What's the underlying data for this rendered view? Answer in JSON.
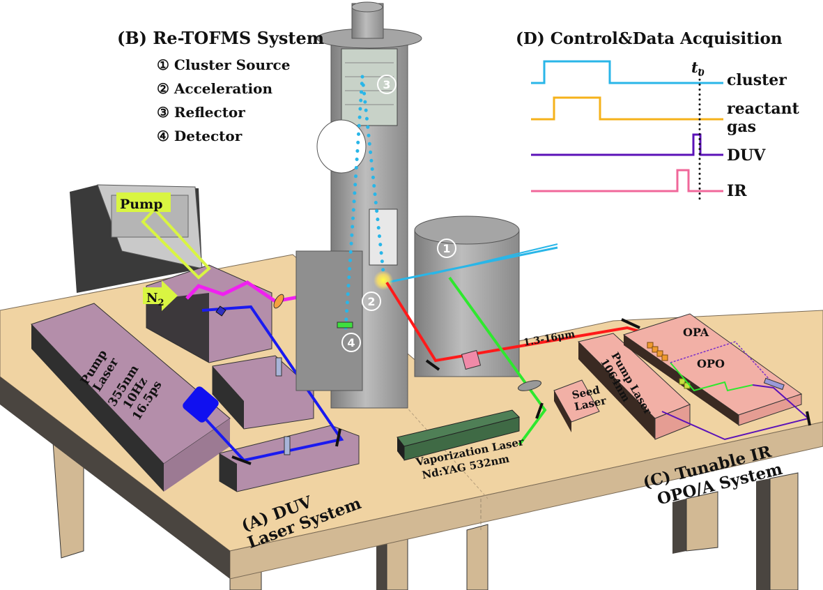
{
  "sections": {
    "B": {
      "title": "(B) Re-TOFMS System",
      "items": [
        {
          "num": "①",
          "label": "Cluster Source"
        },
        {
          "num": "②",
          "label": "Acceleration"
        },
        {
          "num": "③",
          "label": "Reflector"
        },
        {
          "num": "④",
          "label": "Detector"
        }
      ],
      "markers": [
        "1",
        "2",
        "3",
        "4"
      ]
    },
    "D": {
      "title": "(D) Control&Data Acquisition",
      "t0_label": "t",
      "t0_sub": "0",
      "signals": [
        {
          "name": "cluster",
          "label": "cluster",
          "color": "#29b6e8"
        },
        {
          "name": "reactant-gas",
          "label": "reactant",
          "label2": "gas",
          "color": "#f5b21b"
        },
        {
          "name": "duv",
          "label": "DUV",
          "color": "#5b12b8"
        },
        {
          "name": "ir",
          "label": "IR",
          "color": "#f0679a"
        }
      ]
    },
    "A": {
      "title_line1": "(A) DUV",
      "title_line2": "Laser System",
      "pump_laser": {
        "line1": "Pump",
        "line2": "Laser",
        "spec1": "355nm",
        "spec2": "10Hz",
        "spec3": "16.5ps"
      },
      "pump_tag": "Pump",
      "n2_tag": "N",
      "n2_sub": "2"
    },
    "C": {
      "title_line1": "(C) Tunable IR",
      "title_line2": "OPO/A System",
      "opa": "OPA",
      "opo": "OPO",
      "pump_laser": {
        "line1": "Pump Laser",
        "line2": "1064nm"
      },
      "seed_laser": {
        "line1": "Seed",
        "line2": "Laser"
      },
      "wavelength": "1.3-16μm"
    },
    "vaporization": {
      "line1": "Vaporization Laser",
      "line2": "Nd:YAG 532nm"
    }
  },
  "colors": {
    "table_top": "#f0d3a2",
    "table_edge": "#d2b994",
    "table_shadow": "#4a4540",
    "duv_box": "#b48eaa",
    "opo_box": "#f2b0a6",
    "vapor_box": "#3f6a45",
    "metal": "#9a9a9a",
    "beam_red": "#ff1a1a",
    "beam_green": "#2ee82e",
    "beam_blue": "#1a1af0",
    "beam_magenta": "#f020f0",
    "beam_cyan": "#29b6e8",
    "beam_purple": "#5b12b8",
    "tag_yellow": "#d9f542"
  }
}
